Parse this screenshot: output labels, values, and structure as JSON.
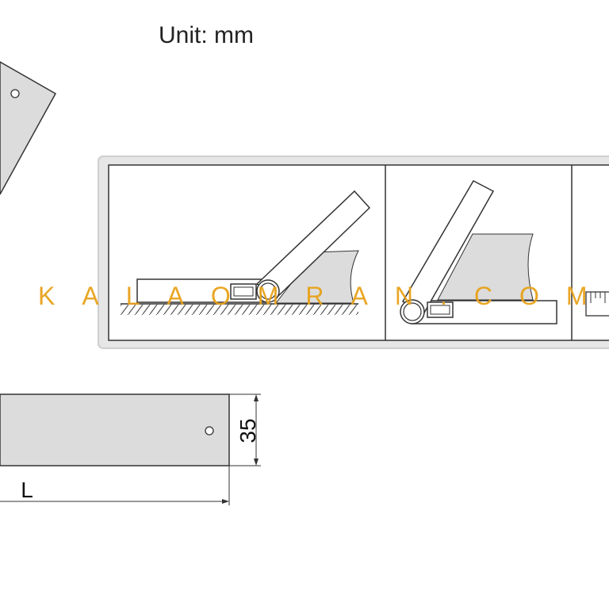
{
  "unit_label": "Unit: mm",
  "dimensions": {
    "width_value": "35",
    "length_label": "L"
  },
  "watermark": "KALAOMRAN.COM",
  "colors": {
    "panel_fill": "#e6e6e6",
    "panel_border": "#cfcfcf",
    "part_fill": "#dcdcdc",
    "stroke": "#333333",
    "watermark": "#e8a21a"
  }
}
